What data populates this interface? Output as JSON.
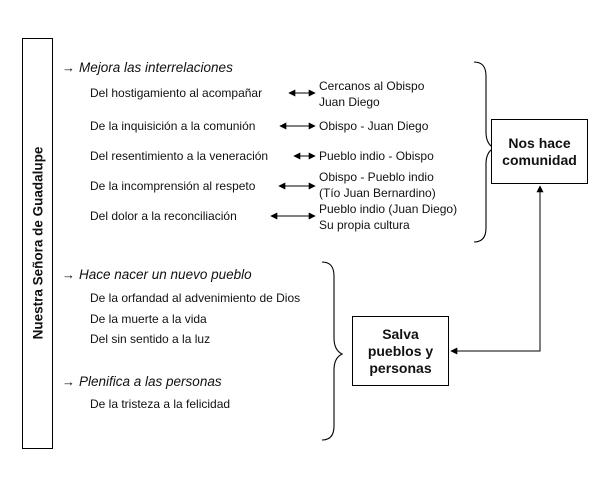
{
  "left_label": "Nuestra Señora de Guadalupe",
  "section1": {
    "heading": "Mejora las interrelaciones",
    "items": [
      {
        "from": "Del hostigamiento al acompañar",
        "to_line1": "Cercanos al Obispo",
        "to_line2": "Juan Diego"
      },
      {
        "from": "De la inquisición a la comunión",
        "to_line1": "Obispo - Juan Diego"
      },
      {
        "from": "Del resentimiento a la veneración",
        "to_line1": "Pueblo indio - Obispo"
      },
      {
        "from": "De la incomprensión al respeto",
        "to_line1": "Obispo - Pueblo indio",
        "to_line2": "(Tío Juan Bernardino)"
      },
      {
        "from": "Del dolor a la reconciliación",
        "to_line1": "Pueblo indio (Juan Diego)",
        "to_line2": "Su propia cultura"
      }
    ]
  },
  "section2": {
    "heading": "Hace nacer un nuevo pueblo",
    "items": [
      "De la orfandad al advenimiento de Dios",
      "De la muerte a la vida",
      "Del sin sentido a la luz"
    ]
  },
  "section3": {
    "heading": "Plenifica a las personas",
    "items": [
      "De la tristeza a la felicidad"
    ]
  },
  "box_community": {
    "line1": "Nos hace",
    "line2": "comunidad"
  },
  "box_saves": {
    "line1": "Salva",
    "line2": "pueblos y",
    "line3": "personas"
  }
}
